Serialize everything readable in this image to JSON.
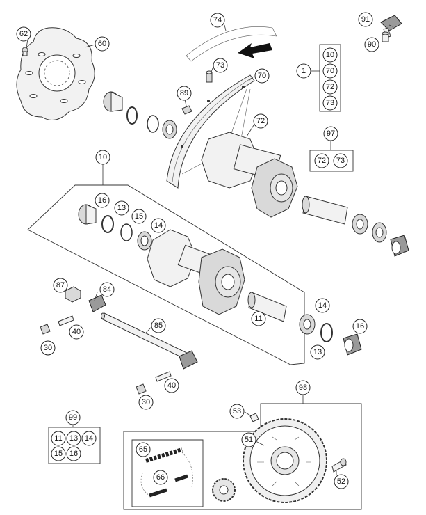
{
  "callouts": {
    "c74": "74",
    "c91": "91",
    "c62": "62",
    "c60": "60",
    "c73a": "73",
    "c70": "70",
    "c90": "90",
    "c1": "1",
    "c89": "89",
    "c72": "72",
    "c97": "97",
    "c10top": "10",
    "c16a": "16",
    "c13a": "13",
    "c15a": "15",
    "c14a": "14",
    "c87": "87",
    "c84": "84",
    "c85": "85",
    "c11": "11",
    "c14b": "14",
    "c16b": "16",
    "c13b": "13",
    "c40a": "40",
    "c30a": "30",
    "c40b": "40",
    "c30b": "30",
    "c98": "98",
    "c53": "53",
    "c51": "51",
    "c99": "99",
    "c65": "65",
    "c66": "66",
    "c52": "52"
  },
  "kit1": [
    "10",
    "70",
    "72",
    "73"
  ],
  "kit97": [
    "72",
    "73"
  ],
  "kit99": [
    "11",
    "13",
    "14",
    "15",
    "16"
  ]
}
